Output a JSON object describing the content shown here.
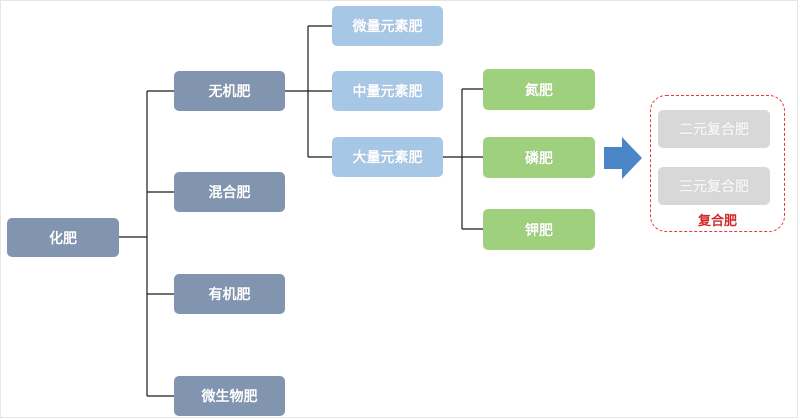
{
  "nodes": {
    "root": "化肥",
    "inorganic": "无机肥",
    "mixed": "混合肥",
    "organic": "有机肥",
    "microbial": "微生物肥",
    "micro_element": "微量元素肥",
    "medium_element": "中量元素肥",
    "macro_element": "大量元素肥",
    "nitrogen": "氮肥",
    "phosphorus": "磷肥",
    "potassium": "钾肥",
    "binary_compound": "二元复合肥",
    "ternary_compound": "三元复合肥"
  },
  "compound_group": {
    "label": "复合肥"
  },
  "colors": {
    "level1": "#8195b1",
    "level2": "#a7c7e6",
    "level3": "#9fd07d",
    "compound": "#d8d8d8",
    "arrow": "#4a86c5",
    "group_border": "#e03c3c"
  },
  "icons": {
    "arrow": "right-arrow-icon"
  }
}
